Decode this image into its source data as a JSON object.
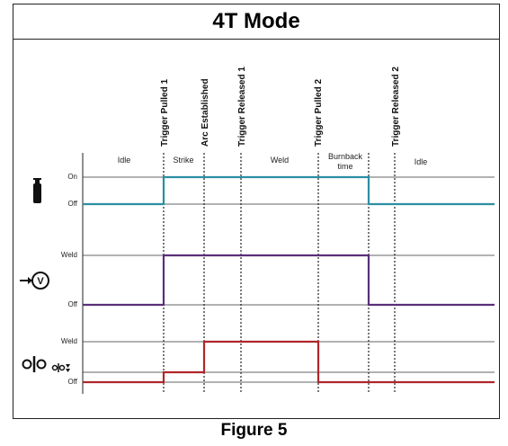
{
  "title": "4T Mode",
  "caption": "Figure 5",
  "events": [
    "Trigger Pulled 1",
    "Arc Established",
    "Trigger Released 1",
    "Trigger Pulled 2",
    "Trigger Released 2"
  ],
  "phases": [
    {
      "label": "Idle"
    },
    {
      "label": "Strike"
    },
    {
      "label": "Weld"
    },
    {
      "label": "Burnback",
      "label2": "time"
    },
    {
      "label": "Idle"
    }
  ],
  "gas": {
    "icon": "gas-cylinder-icon",
    "on_label": "On",
    "off_label": "Off",
    "color": "#2a8fa3"
  },
  "voltage": {
    "icon": "voltage-icon",
    "weld_label": "Weld",
    "off_label": "Off",
    "color": "#5a2f7a"
  },
  "wire": {
    "icon": "wire-feed-icon",
    "weld_label": "Weld",
    "off_label": "Off",
    "color": "#b0262b"
  }
}
